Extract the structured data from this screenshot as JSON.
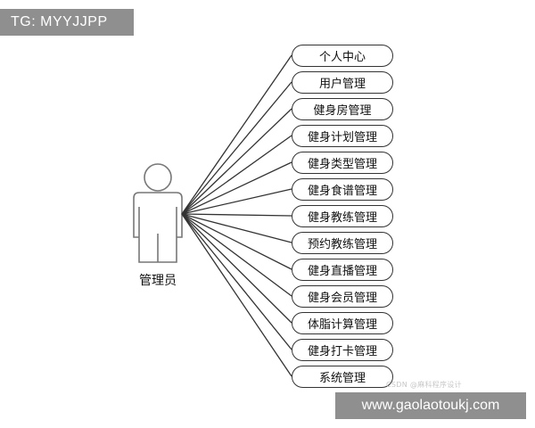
{
  "watermarks": {
    "top_left": "TG: MYYJJPP",
    "bottom_right": "www.gaolaotoukj.com",
    "faint_credit": "CSDN @麻科程序设计"
  },
  "actor": {
    "name": "管理员"
  },
  "use_cases": [
    "个人中心",
    "用户管理",
    "健身房管理",
    "健身计划管理",
    "健身类型管理",
    "健身食谱管理",
    "健身教练管理",
    "预约教练管理",
    "健身直播管理",
    "健身会员管理",
    "体脂计算管理",
    "健身打卡管理",
    "系统管理"
  ],
  "colors": {
    "line": "#333333",
    "banner": "#8f8f8f",
    "figure_stroke": "#777777"
  }
}
